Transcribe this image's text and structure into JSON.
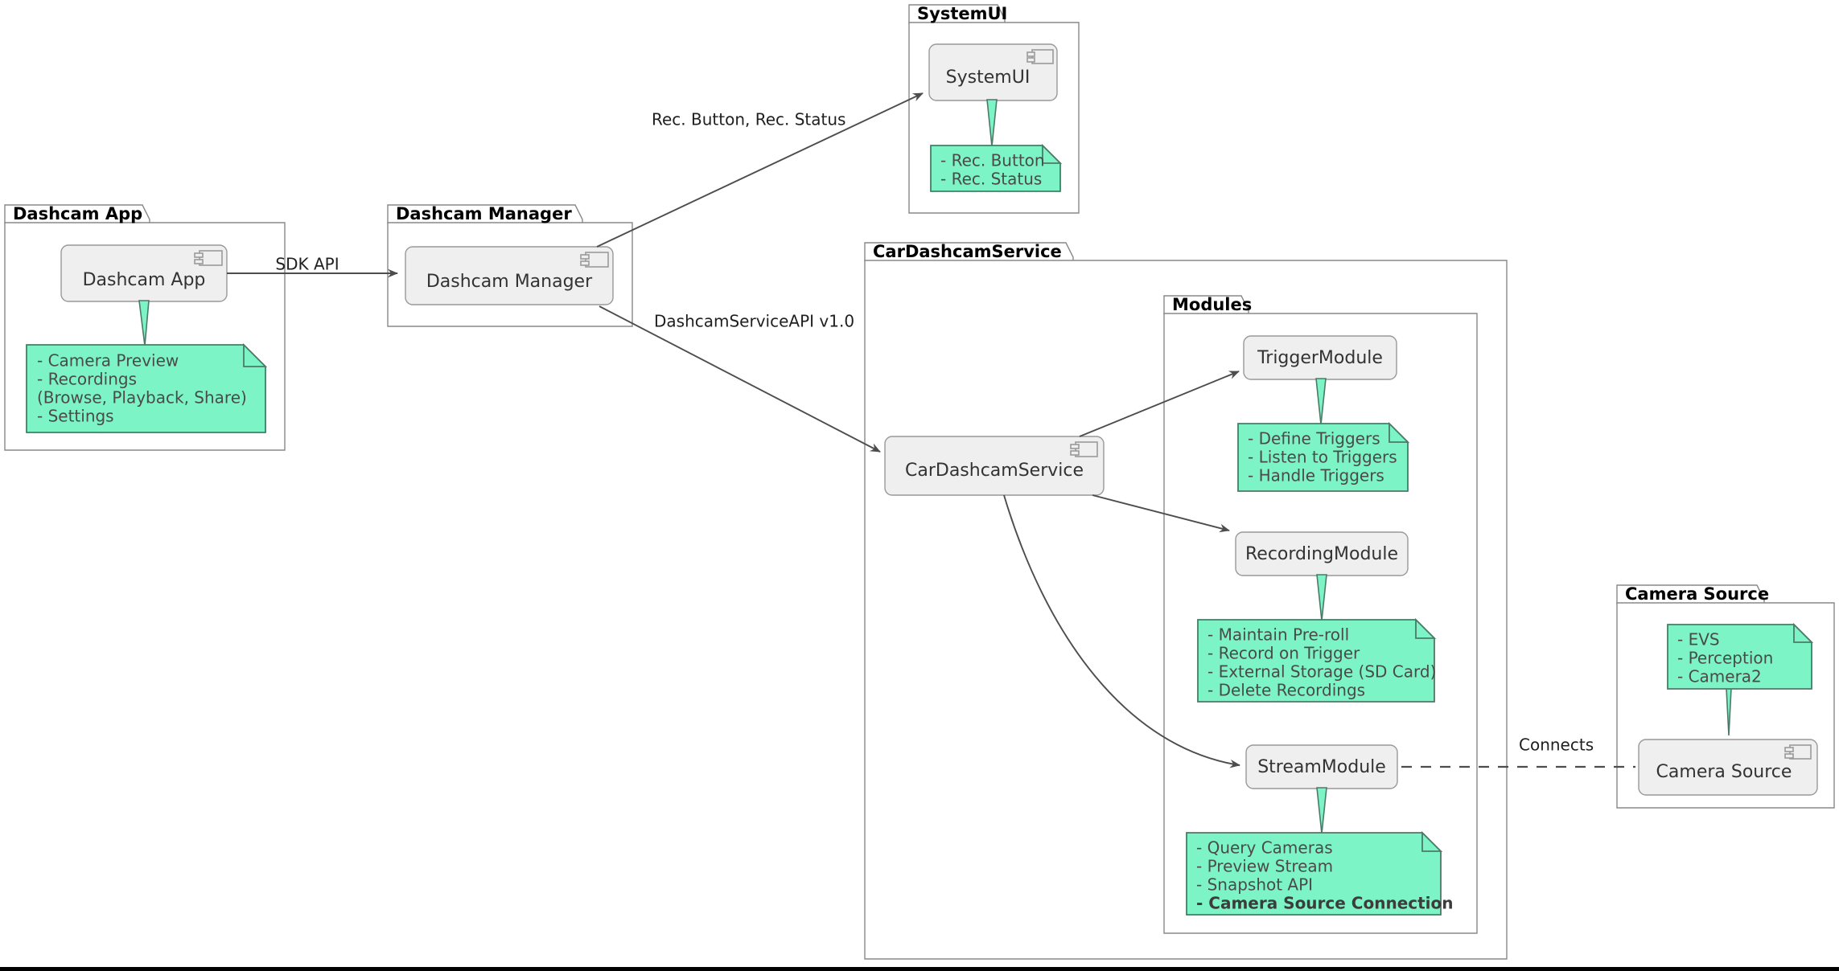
{
  "diagram": {
    "kind": "uml-component-diagram",
    "title": "Dashcam Architecture",
    "colors": {
      "note_fill": "#7DF4C6",
      "note_border": "#4C7A68",
      "note_text": "#4a4a4a",
      "component_fill": "#efefef",
      "component_border": "#999999",
      "package_border": "#888888",
      "edge": "#4d4d4d",
      "canvas": "#ffffff"
    }
  },
  "packages": [
    {
      "id": "dashcam-app",
      "label": "Dashcam App"
    },
    {
      "id": "dashcam-manager",
      "label": "Dashcam Manager"
    },
    {
      "id": "systemui",
      "label": "SystemUI"
    },
    {
      "id": "cardashcamservice",
      "label": "CarDashcamService"
    },
    {
      "id": "modules",
      "label": "Modules"
    },
    {
      "id": "camera-source",
      "label": "Camera Source"
    }
  ],
  "components": [
    {
      "id": "dashcam-app",
      "label": "Dashcam App",
      "has_icon": true
    },
    {
      "id": "dashcam-manager",
      "label": "Dashcam Manager",
      "has_icon": true
    },
    {
      "id": "systemui",
      "label": "SystemUI",
      "has_icon": true
    },
    {
      "id": "cardashcamservice",
      "label": "CarDashcamService",
      "has_icon": true
    },
    {
      "id": "triggermodule",
      "label": "TriggerModule",
      "has_icon": false
    },
    {
      "id": "recordingmodule",
      "label": "RecordingModule",
      "has_icon": false
    },
    {
      "id": "streammodule",
      "label": "StreamModule",
      "has_icon": false
    },
    {
      "id": "camera-source",
      "label": "Camera Source",
      "has_icon": true
    }
  ],
  "notes": [
    {
      "id": "note-dashcam-app",
      "attached_to": "dashcam-app",
      "lines": [
        {
          "text": "- Camera Preview",
          "bold": false
        },
        {
          "text": "- Recordings",
          "bold": false
        },
        {
          "text": "  (Browse, Playback, Share)",
          "bold": false
        },
        {
          "text": "- Settings",
          "bold": false
        }
      ]
    },
    {
      "id": "note-systemui",
      "attached_to": "systemui",
      "lines": [
        {
          "text": "- Rec. Button",
          "bold": false
        },
        {
          "text": "- Rec. Status",
          "bold": false
        }
      ]
    },
    {
      "id": "note-triggermodule",
      "attached_to": "triggermodule",
      "lines": [
        {
          "text": "- Define Triggers",
          "bold": false
        },
        {
          "text": "- Listen to Triggers",
          "bold": false
        },
        {
          "text": "- Handle Triggers",
          "bold": false
        }
      ]
    },
    {
      "id": "note-recordingmodule",
      "attached_to": "recordingmodule",
      "lines": [
        {
          "text": "- Maintain Pre-roll",
          "bold": false
        },
        {
          "text": "- Record on Trigger",
          "bold": false
        },
        {
          "text": "- External Storage (SD Card)",
          "bold": false
        },
        {
          "text": "- Delete Recordings",
          "bold": false
        }
      ]
    },
    {
      "id": "note-streammodule",
      "attached_to": "streammodule",
      "lines": [
        {
          "text": "- Query Cameras",
          "bold": false
        },
        {
          "text": "- Preview Stream",
          "bold": false
        },
        {
          "text": "- Snapshot API",
          "bold": false
        },
        {
          "text": "- Camera Source Connection",
          "bold": true
        }
      ]
    },
    {
      "id": "note-camera-source",
      "attached_to": "camera-source",
      "lines": [
        {
          "text": "- EVS",
          "bold": false
        },
        {
          "text": "- Perception",
          "bold": false
        },
        {
          "text": "- Camera2",
          "bold": false
        }
      ]
    }
  ],
  "edges": [
    {
      "id": "edge-sdk-api",
      "from": "dashcam-app",
      "to": "dashcam-manager",
      "label": "SDK API",
      "style": "solid",
      "arrow": "open"
    },
    {
      "id": "edge-rec-status",
      "from": "dashcam-manager",
      "to": "systemui",
      "label": "Rec. Button, Rec. Status",
      "style": "solid",
      "arrow": "open"
    },
    {
      "id": "edge-service-api",
      "from": "dashcam-manager",
      "to": "cardashcamservice",
      "label": "DashcamServiceAPI v1.0",
      "style": "solid",
      "arrow": "open"
    },
    {
      "id": "edge-to-trigger",
      "from": "cardashcamservice",
      "to": "triggermodule",
      "label": "",
      "style": "solid",
      "arrow": "open"
    },
    {
      "id": "edge-to-recording",
      "from": "cardashcamservice",
      "to": "recordingmodule",
      "label": "",
      "style": "solid",
      "arrow": "open"
    },
    {
      "id": "edge-to-stream",
      "from": "cardashcamservice",
      "to": "streammodule",
      "label": "",
      "style": "solid",
      "arrow": "open"
    },
    {
      "id": "edge-connects",
      "from": "streammodule",
      "to": "camera-source",
      "label": "Connects",
      "style": "dashed",
      "arrow": "none"
    }
  ]
}
